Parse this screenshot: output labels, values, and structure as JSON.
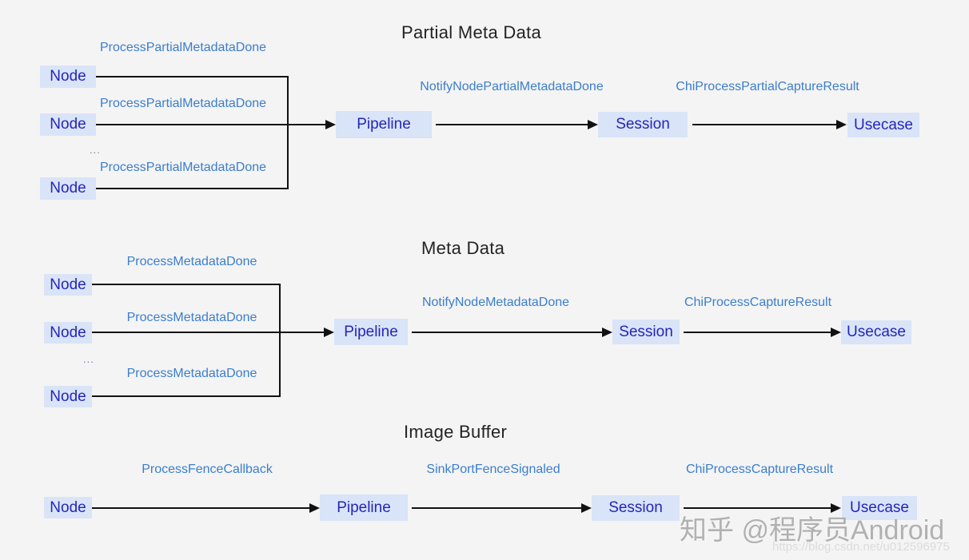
{
  "diagram": {
    "sections": [
      {
        "title": "Partial Meta Data",
        "nodes": [
          "Node",
          "Node",
          "Node"
        ],
        "ellipsis": "...",
        "boxes": {
          "pipeline": "Pipeline",
          "session": "Session",
          "usecase": "Usecase"
        },
        "events": {
          "node_to_pipeline": "ProcessPartialMetadataDone",
          "pipeline_to_session": "NotifyNodePartialMetadataDone",
          "session_to_usecase": "ChiProcessPartialCaptureResult"
        }
      },
      {
        "title": "Meta Data",
        "nodes": [
          "Node",
          "Node",
          "Node"
        ],
        "ellipsis": "...",
        "boxes": {
          "pipeline": "Pipeline",
          "session": "Session",
          "usecase": "Usecase"
        },
        "events": {
          "node_to_pipeline": "ProcessMetadataDone",
          "pipeline_to_session": "NotifyNodeMetadataDone",
          "session_to_usecase": "ChiProcessCaptureResult"
        }
      },
      {
        "title": "Image Buffer",
        "nodes": [
          "Node"
        ],
        "boxes": {
          "pipeline": "Pipeline",
          "session": "Session",
          "usecase": "Usecase"
        },
        "events": {
          "node_to_pipeline": "ProcessFenceCallback",
          "pipeline_to_session": "SinkPortFenceSignaled",
          "session_to_usecase": "ChiProcessCaptureResult"
        }
      }
    ],
    "watermark": {
      "brand": "知乎 @程序员Android",
      "url": "https://blog.csdn.net/u012596975"
    },
    "colors": {
      "background": "#f4f4f4",
      "box_fill": "#d9e4f8",
      "box_text": "#2526b8",
      "event_text": "#3b7ecc",
      "title_text": "#232323",
      "line": "#111111",
      "watermark_text": "#9e9e9e",
      "watermark_url": "#dcdcdc"
    }
  }
}
